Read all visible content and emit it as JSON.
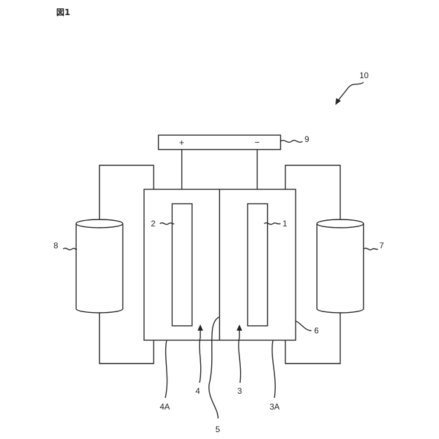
{
  "figure_label": "図1",
  "labels": {
    "system": "10",
    "power_supply": "9",
    "positive": "+",
    "negative": "−",
    "electrode_2": "2",
    "electrode_1": "1",
    "tank_left": "8",
    "tank_right": "7",
    "cell": "6",
    "chamber_4": "4",
    "chamber_3": "3",
    "port_4a": "4A",
    "port_3a": "3A",
    "membrane": "5"
  }
}
